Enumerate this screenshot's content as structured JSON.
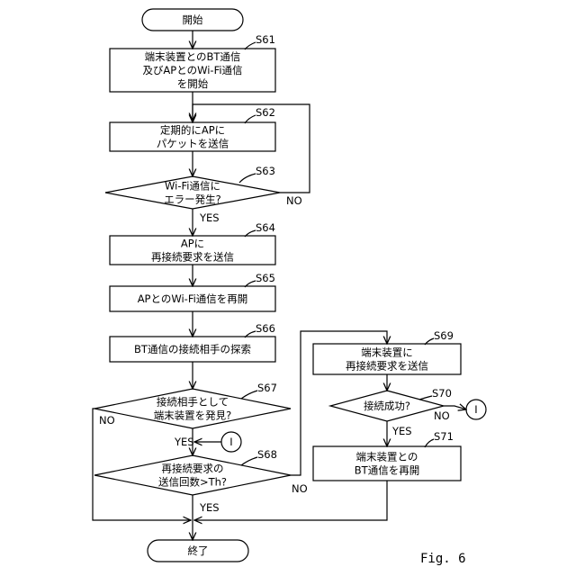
{
  "nodes": {
    "start": [
      "開始"
    ],
    "s61": [
      "端末装置とのBT通信",
      "及びAPとのWi-Fi通信",
      "を開始"
    ],
    "s62": [
      "定期的にAPに",
      "パケットを送信"
    ],
    "s63": [
      "Wi-Fi通信に",
      "エラー発生?"
    ],
    "s64": [
      "APに",
      "再接続要求を送信"
    ],
    "s65": [
      "APとのWi-Fi通信を再開"
    ],
    "s66": [
      "BT通信の接続相手の探索"
    ],
    "s67": [
      "接続相手として",
      "端末装置を発見?"
    ],
    "s68": [
      "再接続要求の",
      "送信回数>Th?"
    ],
    "s69": [
      "端末装置に",
      "再接続要求を送信"
    ],
    "s70": [
      "接続成功?"
    ],
    "s71": [
      "端末装置との",
      "BT通信を再開"
    ],
    "end": [
      "終了"
    ]
  },
  "step_labels": {
    "s61": "S61",
    "s62": "S62",
    "s63": "S63",
    "s64": "S64",
    "s65": "S65",
    "s66": "S66",
    "s67": "S67",
    "s68": "S68",
    "s69": "S69",
    "s70": "S70",
    "s71": "S71"
  },
  "branch_labels": {
    "s63_yes": "YES",
    "s63_no": "NO",
    "s67_yes": "YES",
    "s67_no": "NO",
    "s68_yes": "YES",
    "s68_no": "NO",
    "s70_yes": "YES",
    "s70_no": "NO"
  },
  "connector": "I",
  "figure_label": "Fig. 6"
}
